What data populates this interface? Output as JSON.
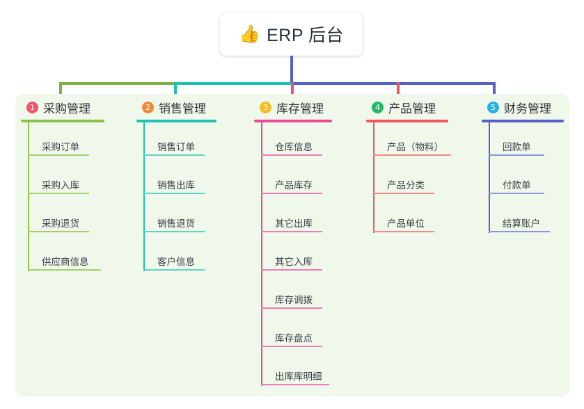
{
  "root": {
    "icon": "thumbs-up-emoji",
    "emoji": "👍",
    "title": "ERP 后台"
  },
  "theme": {
    "panel_background": "#eff8ea",
    "page_background": "#ffffff",
    "connector_main": "#5561c7",
    "title_text_color": "#2b2f36"
  },
  "columns": [
    {
      "number": "1",
      "title": "采购管理",
      "badge_color": "#f2536d",
      "line_color": "#8bc34a",
      "rule_color": "#a5ce72",
      "connector_color": "#7cb342",
      "width": 120,
      "items": [
        {
          "label": "采购订单",
          "rule_width": 88
        },
        {
          "label": "采购入库",
          "rule_width": 88
        },
        {
          "label": "采购退货",
          "rule_width": 88
        },
        {
          "label": "供应商信息",
          "rule_width": 105
        }
      ]
    },
    {
      "number": "2",
      "title": "销售管理",
      "badge_color": "#f2893a",
      "line_color": "#1fc2b0",
      "rule_color": "#5fd3c4",
      "connector_color": "#1fc2b0",
      "width": 115,
      "items": [
        {
          "label": "销售订单",
          "rule_width": 88
        },
        {
          "label": "销售出库",
          "rule_width": 88
        },
        {
          "label": "销售退货",
          "rule_width": 88
        },
        {
          "label": "客户信息",
          "rule_width": 88
        }
      ]
    },
    {
      "number": "3",
      "title": "库存管理",
      "badge_color": "#f5bb20",
      "line_color": "#ed4a96",
      "rule_color": "#f07cb4",
      "connector_color": "#ed4a96",
      "width": 112,
      "items": [
        {
          "label": "仓库信息",
          "rule_width": 88
        },
        {
          "label": "产品库存",
          "rule_width": 88
        },
        {
          "label": "其它出库",
          "rule_width": 88
        },
        {
          "label": "其它入库",
          "rule_width": 88
        },
        {
          "label": "库存调拨",
          "rule_width": 88
        },
        {
          "label": "库存盘点",
          "rule_width": 88
        },
        {
          "label": "出库库明细",
          "rule_width": 98
        }
      ]
    },
    {
      "number": "4",
      "title": "产品管理",
      "badge_color": "#22ba6a",
      "line_color": "#f1575a",
      "rule_color": "#f4888a",
      "connector_color": "#f1575a",
      "width": 118,
      "items": [
        {
          "label": "产品（物料）",
          "rule_width": 112
        },
        {
          "label": "产品分类",
          "rule_width": 88
        },
        {
          "label": "产品单位",
          "rule_width": 88
        }
      ]
    },
    {
      "number": "5",
      "title": "财务管理",
      "badge_color": "#27b3e8",
      "line_color": "#5561c7",
      "rule_color": "#8d96dd",
      "connector_color": "#5561c7",
      "width": 118,
      "items": [
        {
          "label": "回款单",
          "rule_width": 80
        },
        {
          "label": "付款单",
          "rule_width": 80
        },
        {
          "label": "结算账户",
          "rule_width": 88
        }
      ]
    }
  ]
}
